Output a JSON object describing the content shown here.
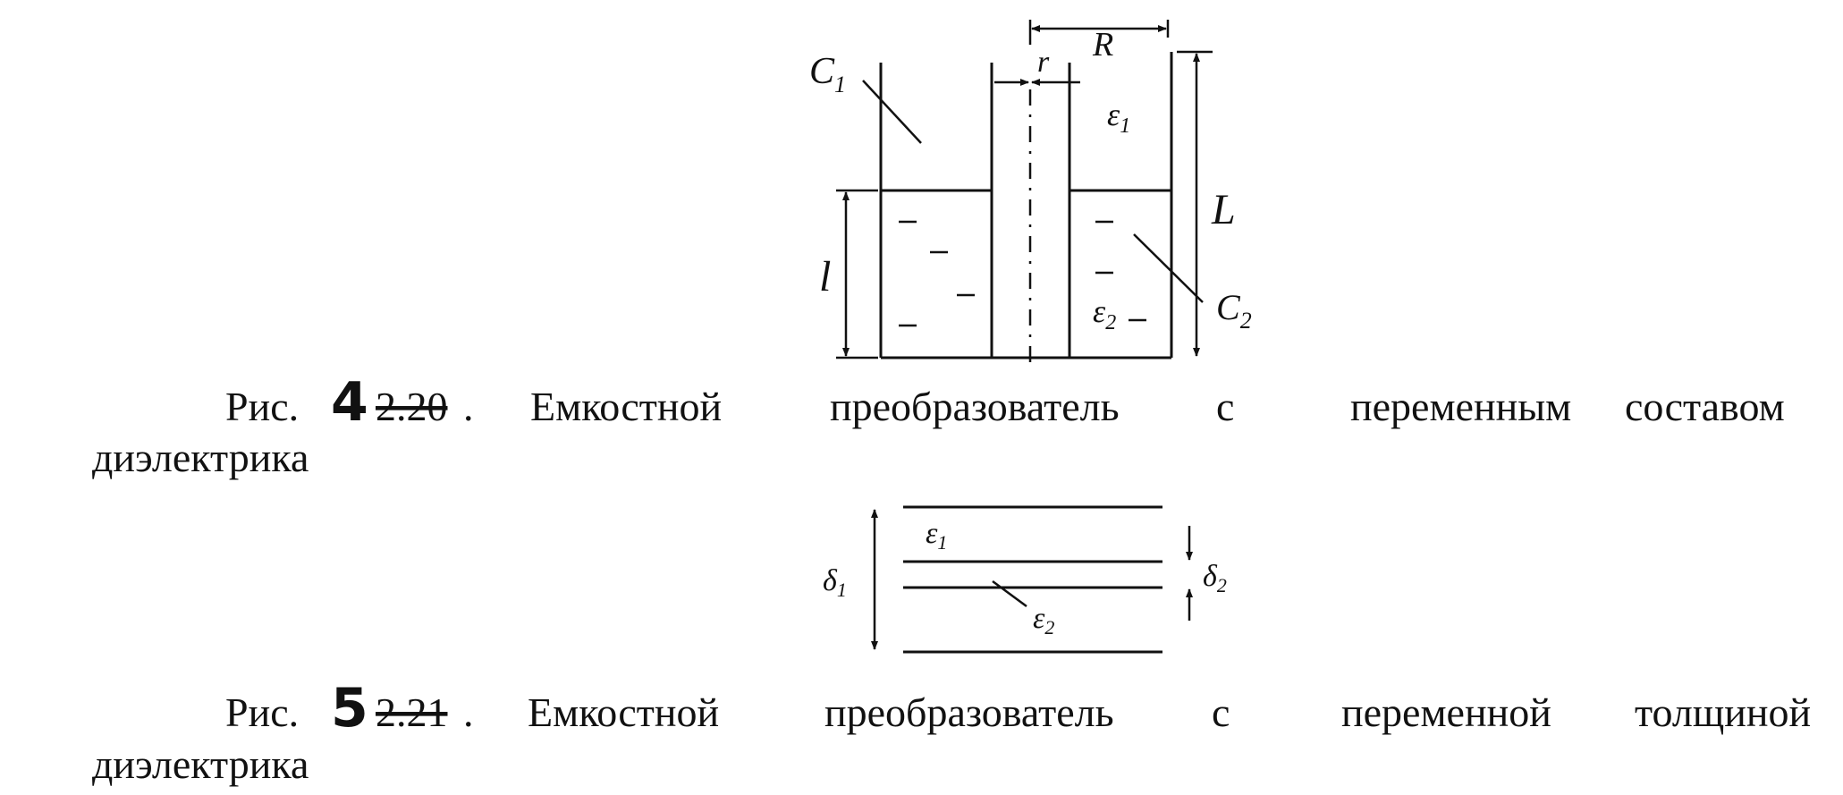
{
  "figure1": {
    "labels": {
      "c1": "C",
      "c1_sub": "1",
      "r": "r",
      "R": "R",
      "eps1": "ε",
      "eps1_sub": "1",
      "L": "L",
      "l": "l",
      "eps2": "ε",
      "eps2_sub": "2",
      "c2": "C",
      "c2_sub": "2"
    },
    "caption": {
      "prefix": "Рис.",
      "hand_number": "4",
      "struck_number": "2.20",
      "period": ".",
      "words": [
        "Емкостной",
        "преобразователь",
        "с",
        "переменным",
        "составом"
      ],
      "line2": "диэлектрика"
    }
  },
  "figure2": {
    "labels": {
      "eps1": "ε",
      "eps1_sub": "1",
      "delta1": "δ",
      "delta1_sub": "1",
      "delta2": "δ",
      "delta2_sub": "2",
      "eps2": "ε",
      "eps2_sub": "2"
    },
    "caption": {
      "prefix": "Рис.",
      "hand_number": "5",
      "struck_number": "2.21",
      "period": ".",
      "words": [
        "Емкостной",
        "преобразователь",
        "с",
        "переменной",
        "толщиной"
      ],
      "line2": "диэлектрика"
    }
  },
  "colors": {
    "ink": "#111111",
    "paper": "#ffffff"
  }
}
